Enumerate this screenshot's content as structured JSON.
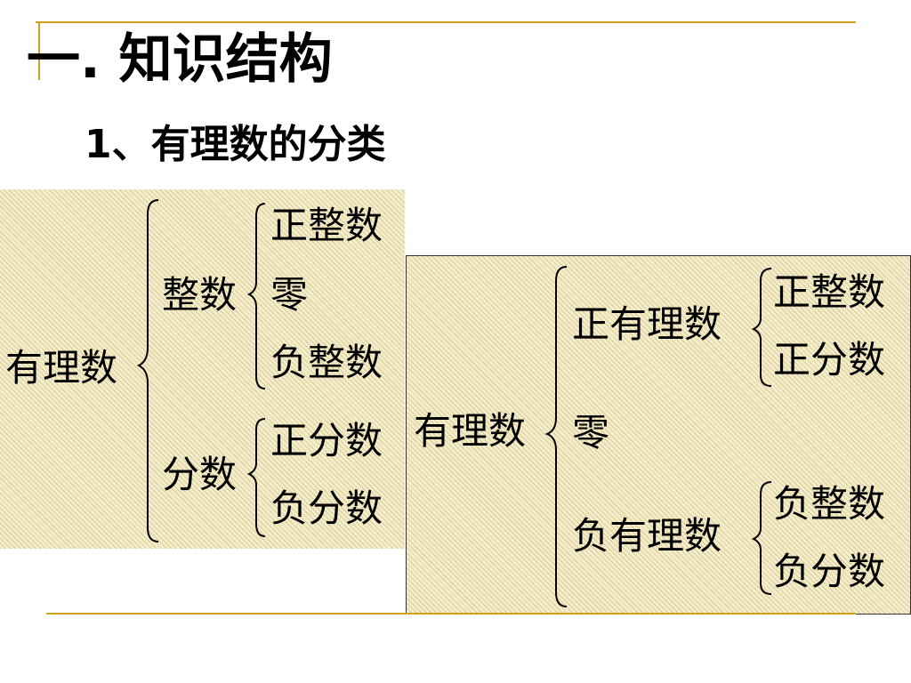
{
  "title": "一. 知识结构",
  "subtitle": "1、有理数的分类",
  "left_diagram": {
    "root": "有理数",
    "group1": {
      "label": "整数",
      "items": [
        "正整数",
        "零",
        "负整数"
      ]
    },
    "group2": {
      "label": "分数",
      "items": [
        "正分数",
        "负分数"
      ]
    }
  },
  "right_diagram": {
    "root": "有理数",
    "group1": {
      "label": "正有理数",
      "items": [
        "正整数",
        "正分数"
      ]
    },
    "zero": "零",
    "group2": {
      "label": "负有理数",
      "items": [
        "负整数",
        "负分数"
      ]
    }
  },
  "colors": {
    "accent_rule": "#d4a017",
    "panel_fill": "#f5edc9"
  }
}
